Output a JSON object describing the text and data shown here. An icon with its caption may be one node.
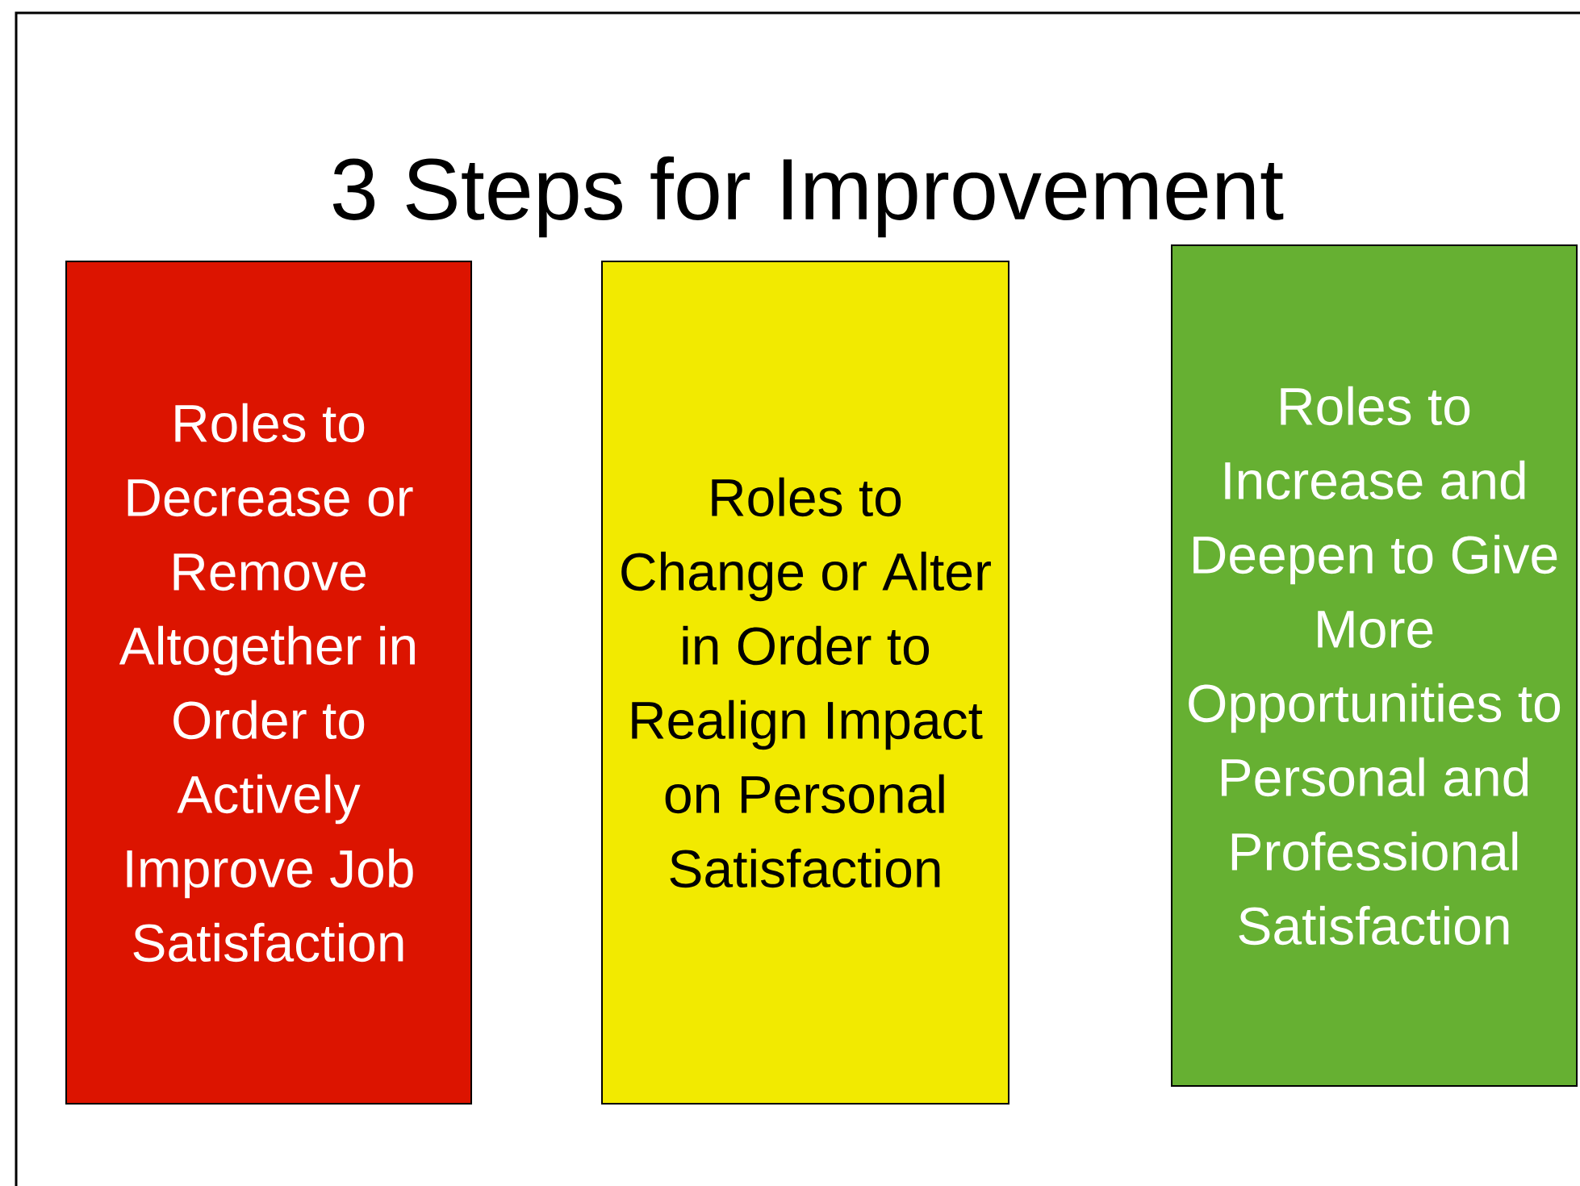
{
  "diagram": {
    "title": "3 Steps for Improvement",
    "nodes": [
      {
        "text": [
          "Roles to Decrease or Remove Altogether in Order to Actively Improve Job Satisfaction"
        ]
      },
      {
        "text": [
          "Roles to Change or Alter in Order to Realign Impact on Personal Satisfaction"
        ]
      },
      {
        "text": [
          "Roles to Increase and Deepen to Give More Opportunities to Personal and Professional Satisfaction"
        ]
      }
    ]
  }
}
